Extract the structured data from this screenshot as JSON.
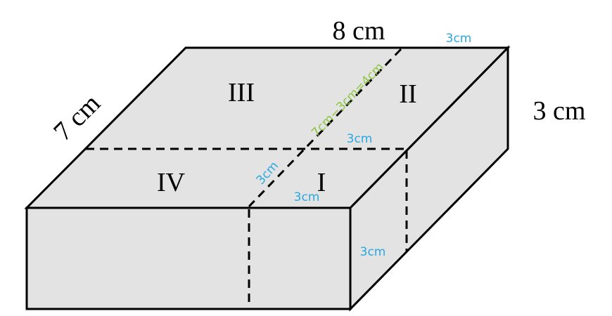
{
  "labels": {
    "top_length": "8 cm",
    "side_width": "7 cm",
    "height": "3 cm",
    "region_1": "I",
    "region_2": "II",
    "region_3": "III",
    "region_4": "IV"
  },
  "annotations": {
    "top_right_3cm": "3cm",
    "diagonal_subtraction": "7cm−3cm=4cm",
    "mid_3cm": "3cm",
    "diagonal_3cm": "3cm",
    "front_3cm": "3cm",
    "side_3cm": "3cm"
  },
  "colors": {
    "face_fill": "#e3e3e3",
    "edge": "#000000",
    "annotation_blue": "#29a9e0",
    "annotation_green": "#8cc63f"
  }
}
